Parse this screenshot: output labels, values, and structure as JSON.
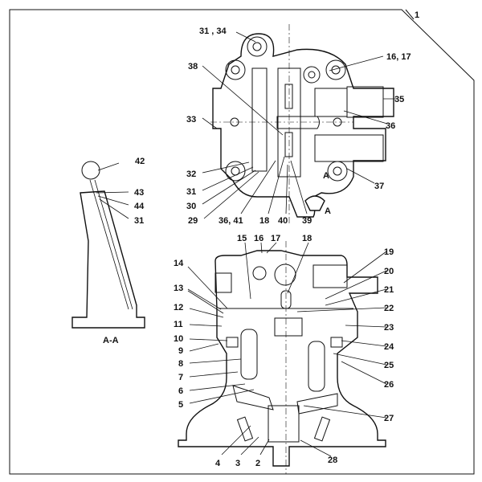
{
  "diagram": {
    "labels": [
      "1",
      "31 , 34",
      "38",
      "16, 17",
      "35",
      "33",
      "36",
      "32",
      "31",
      "30",
      "29",
      "36, 41",
      "18",
      "40",
      "39",
      "37",
      "A",
      "A",
      "42",
      "43",
      "44",
      "31",
      "A-A",
      "15",
      "16",
      "17",
      "18",
      "14",
      "13",
      "12",
      "11",
      "10",
      "9",
      "8",
      "7",
      "6",
      "5",
      "19",
      "20",
      "21",
      "22",
      "23",
      "24",
      "25",
      "26",
      "27",
      "4",
      "3",
      "2",
      "28"
    ]
  }
}
